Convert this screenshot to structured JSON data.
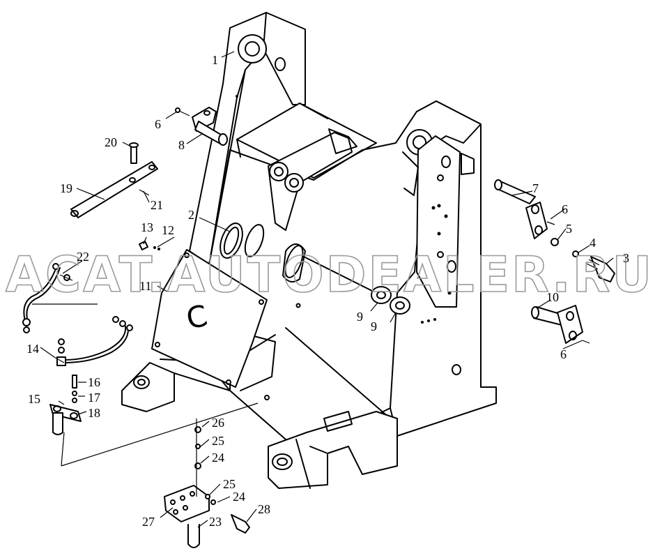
{
  "diagram": {
    "callouts": [
      {
        "id": "c1",
        "text": "1"
      },
      {
        "id": "c2",
        "text": "2"
      },
      {
        "id": "c3",
        "text": "3"
      },
      {
        "id": "c4",
        "text": "4"
      },
      {
        "id": "c5",
        "text": "5"
      },
      {
        "id": "c6a",
        "text": "6"
      },
      {
        "id": "c6b",
        "text": "6"
      },
      {
        "id": "c6c",
        "text": "6"
      },
      {
        "id": "c7",
        "text": "7"
      },
      {
        "id": "c8",
        "text": "8"
      },
      {
        "id": "c9a",
        "text": "9"
      },
      {
        "id": "c9b",
        "text": "9"
      },
      {
        "id": "c10",
        "text": "10"
      },
      {
        "id": "c11",
        "text": "11"
      },
      {
        "id": "c12",
        "text": "12"
      },
      {
        "id": "c13",
        "text": "13"
      },
      {
        "id": "c14",
        "text": "14"
      },
      {
        "id": "c15",
        "text": "15"
      },
      {
        "id": "c16",
        "text": "16"
      },
      {
        "id": "c17",
        "text": "17"
      },
      {
        "id": "c18",
        "text": "18"
      },
      {
        "id": "c19",
        "text": "19"
      },
      {
        "id": "c20",
        "text": "20"
      },
      {
        "id": "c21",
        "text": "21"
      },
      {
        "id": "c22",
        "text": "22"
      },
      {
        "id": "c23",
        "text": "23"
      },
      {
        "id": "c24a",
        "text": "24"
      },
      {
        "id": "c24b",
        "text": "24"
      },
      {
        "id": "c25a",
        "text": "25"
      },
      {
        "id": "c25b",
        "text": "25"
      },
      {
        "id": "c26",
        "text": "26"
      },
      {
        "id": "c27",
        "text": "27"
      },
      {
        "id": "c28",
        "text": "28"
      }
    ],
    "plate_mark": "C"
  },
  "watermark": {
    "text": "ACAT.AUTODEALER.RU"
  }
}
